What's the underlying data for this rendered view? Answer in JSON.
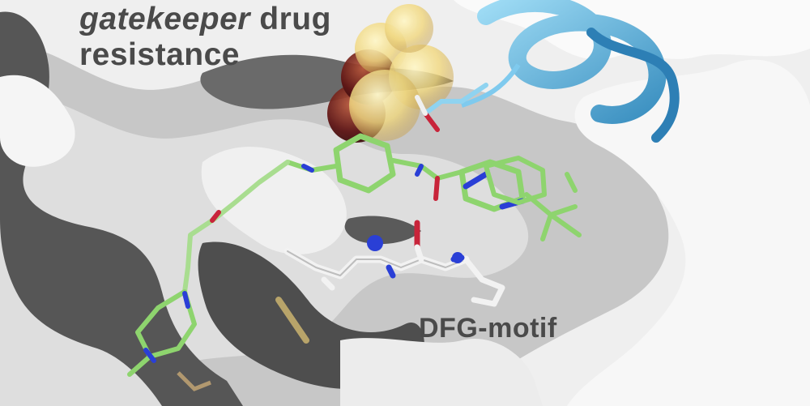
{
  "labels": {
    "gatekeeper_italic": "gatekeeper",
    "gatekeeper_rest": " drug",
    "resistance": "resistance",
    "dfg_motif": "DFG-motif"
  },
  "colors": {
    "surface_light": "#f4f4f4",
    "surface_mid": "#cfcfcf",
    "surface_shadow": "#9a9a9a",
    "cavity_dark": "#555555",
    "ligand_green": "#8ed46e",
    "nitrogen_blue": "#2a3fd6",
    "oxygen_red": "#c8243a",
    "helix_blue": "#6fc3ea",
    "sphere_yellow": "#f3dc7d",
    "sphere_dark": "#7a1c1c",
    "dfg_white": "#f2f2f2",
    "label_gray": "#4a4a4a"
  },
  "icons": {
    "ligand": "ligand-stick-model",
    "helix": "alpha-helix-ribbon",
    "gatekeeper_residue": "vdw-spheres"
  }
}
